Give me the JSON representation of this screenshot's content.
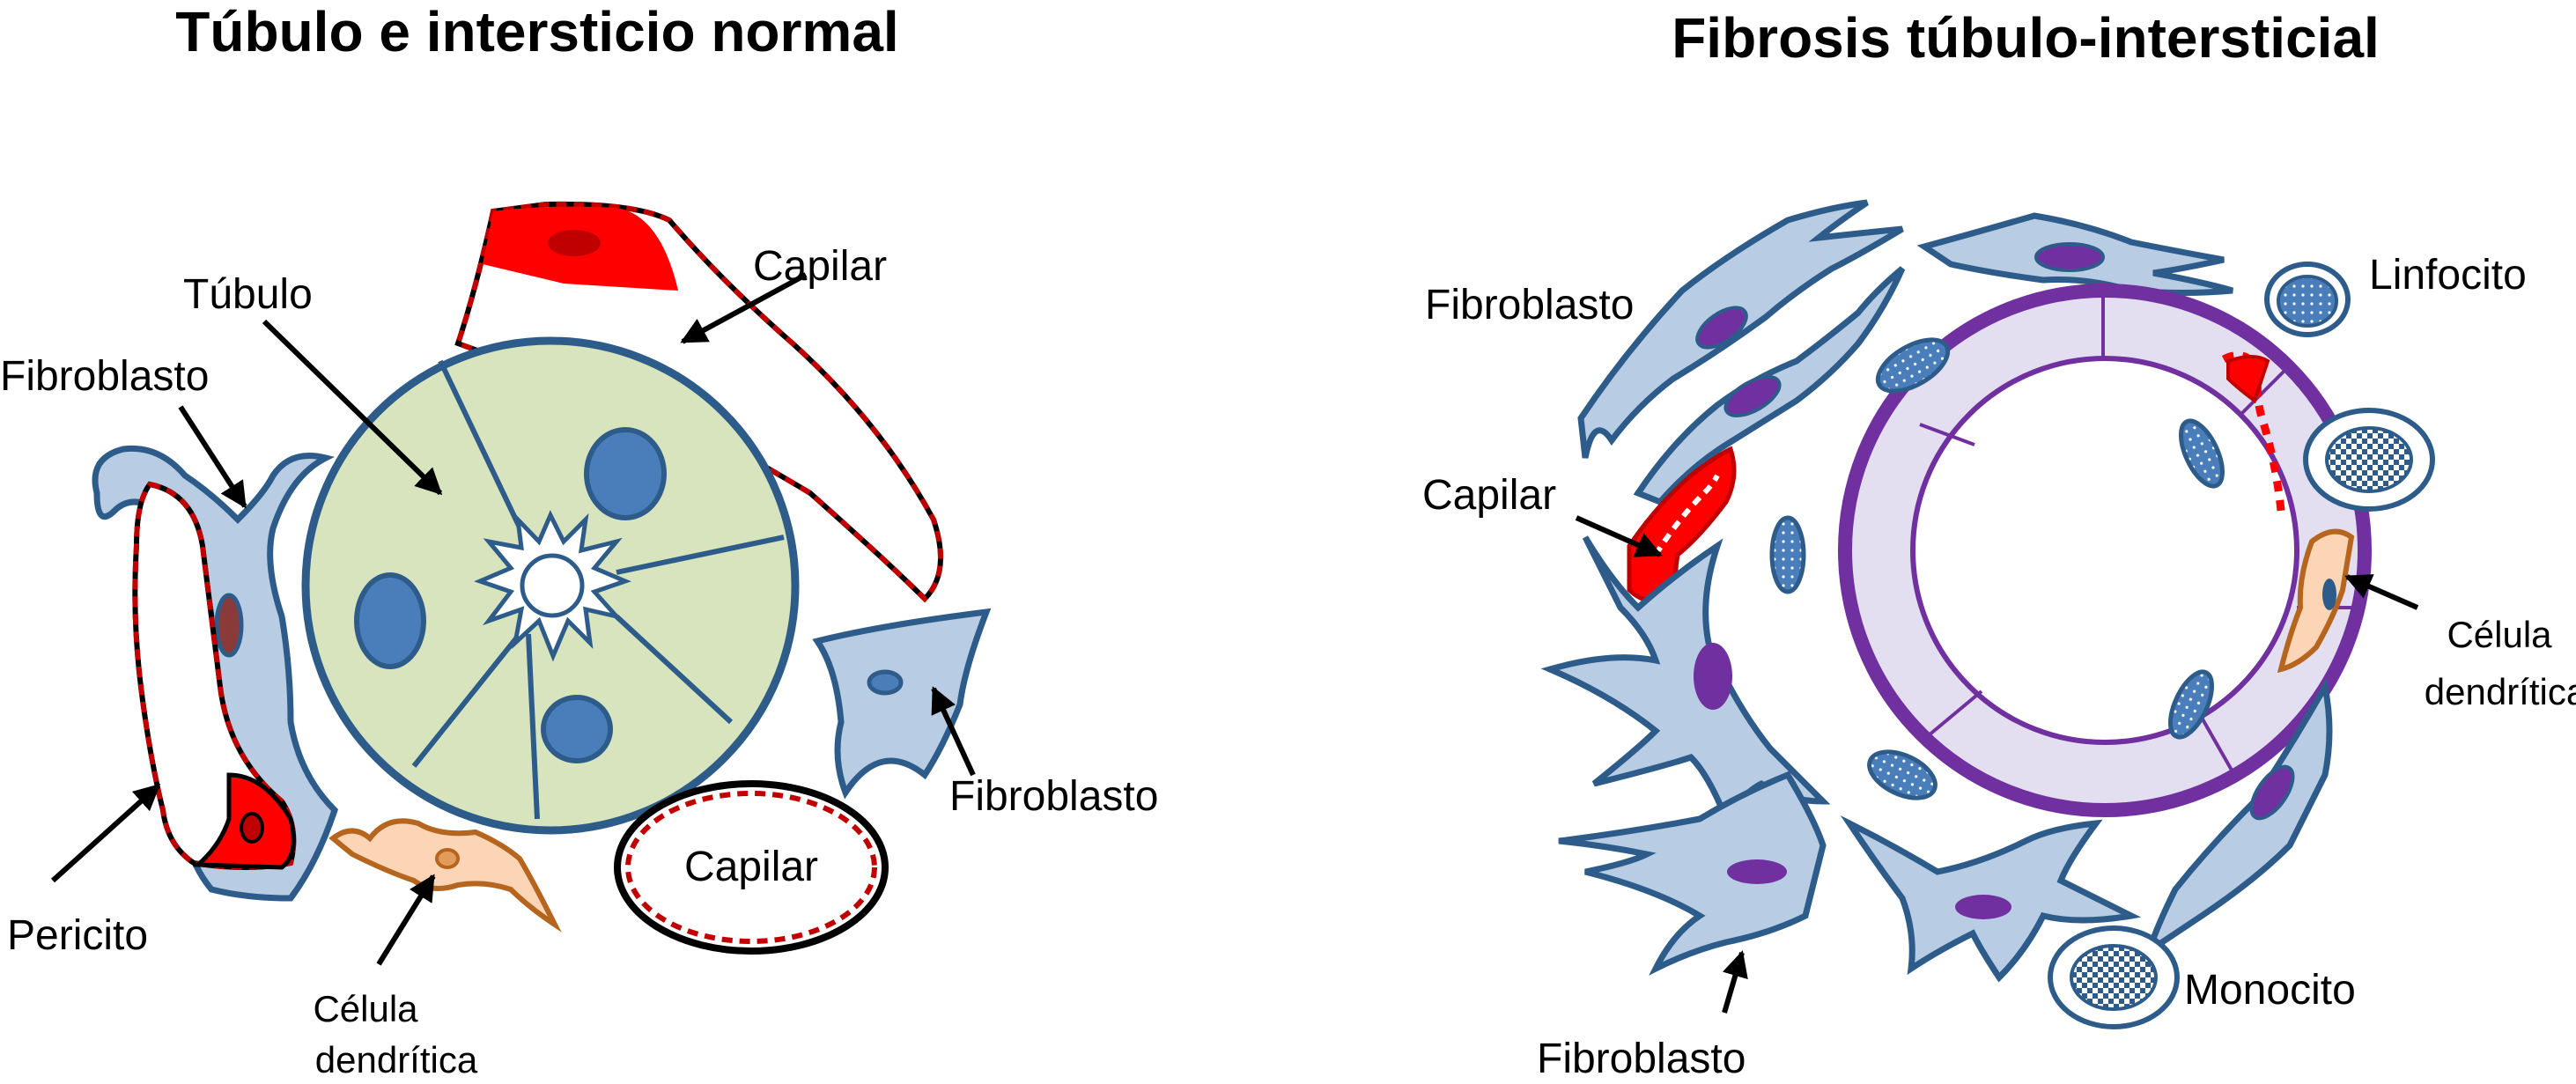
{
  "left_panel": {
    "title": "Túbulo e intersticio normal",
    "labels": {
      "tubulo": "Túbulo",
      "capilar_top": "Capilar",
      "fibroblasto_left": "Fibroblasto",
      "fibroblasto_right": "Fibroblasto",
      "capilar_bottom": "Capilar",
      "pericito": "Pericito",
      "celula_line1": "Célula",
      "celula_line2": "dendrítica"
    }
  },
  "right_panel": {
    "title": "Fibrosis túbulo-intersticial",
    "labels": {
      "fibroblasto_top": "Fibroblasto",
      "linfocito": "Linfocito",
      "capilar": "Capilar",
      "celula_line1": "Célula",
      "celula_line2": "dendrítica",
      "monocito": "Monocito",
      "fibroblasto_bottom": "Fibroblasto"
    }
  },
  "colors": {
    "cell_fill": "#b8cce4",
    "cell_stroke": "#2e5c8a",
    "nucleus_blue": "#4a7ebb",
    "tubule_fill": "#d7e4bd",
    "capillary_red": "#ff0000",
    "capillary_dash": "#c00000",
    "dendritic_fill": "#fbd5b5",
    "dendritic_stroke": "#b5651d",
    "fibrosis_ring": "#7030a0",
    "fibrosis_fill": "#e4dff0",
    "nucleus_purple": "#7030a0"
  }
}
